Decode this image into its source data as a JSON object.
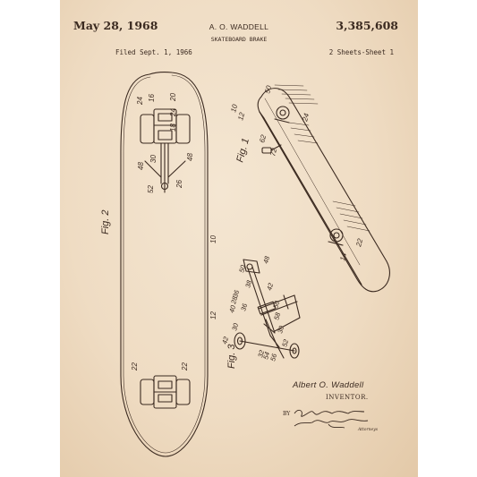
{
  "header": {
    "date": "May 28, 1968",
    "inventor": "A. O. WADDELL",
    "patent_number": "3,385,608",
    "title": "SKATEBOARD BRAKE",
    "filed": "Filed Sept. 1, 1966",
    "sheets": "2 Sheets-Sheet 1"
  },
  "figures": {
    "fig1": "Fig. 1",
    "fig2": "Fig. 2",
    "fig3": "Fig. 3"
  },
  "ref_numerals": {
    "fig2": [
      "24",
      "16",
      "20",
      "24",
      "18",
      "30",
      "48",
      "48",
      "52",
      "26",
      "10",
      "12",
      "22",
      "22"
    ],
    "fig1": [
      "50",
      "12",
      "10",
      "62",
      "72",
      "24",
      "14",
      "22"
    ],
    "fig3": [
      "48",
      "50",
      "38",
      "36",
      "42",
      "40",
      "28",
      "36",
      "30",
      "50",
      "58",
      "42",
      "30",
      "52",
      "54",
      "56",
      "32"
    ]
  },
  "signature": {
    "inventor_name": "Albert O. Waddell",
    "inventor_label": "INVENTOR.",
    "by_label": "BY",
    "attorney_label": "Attorneys"
  },
  "colors": {
    "paper": "#efdcc3",
    "ink": "#3b2a20"
  }
}
